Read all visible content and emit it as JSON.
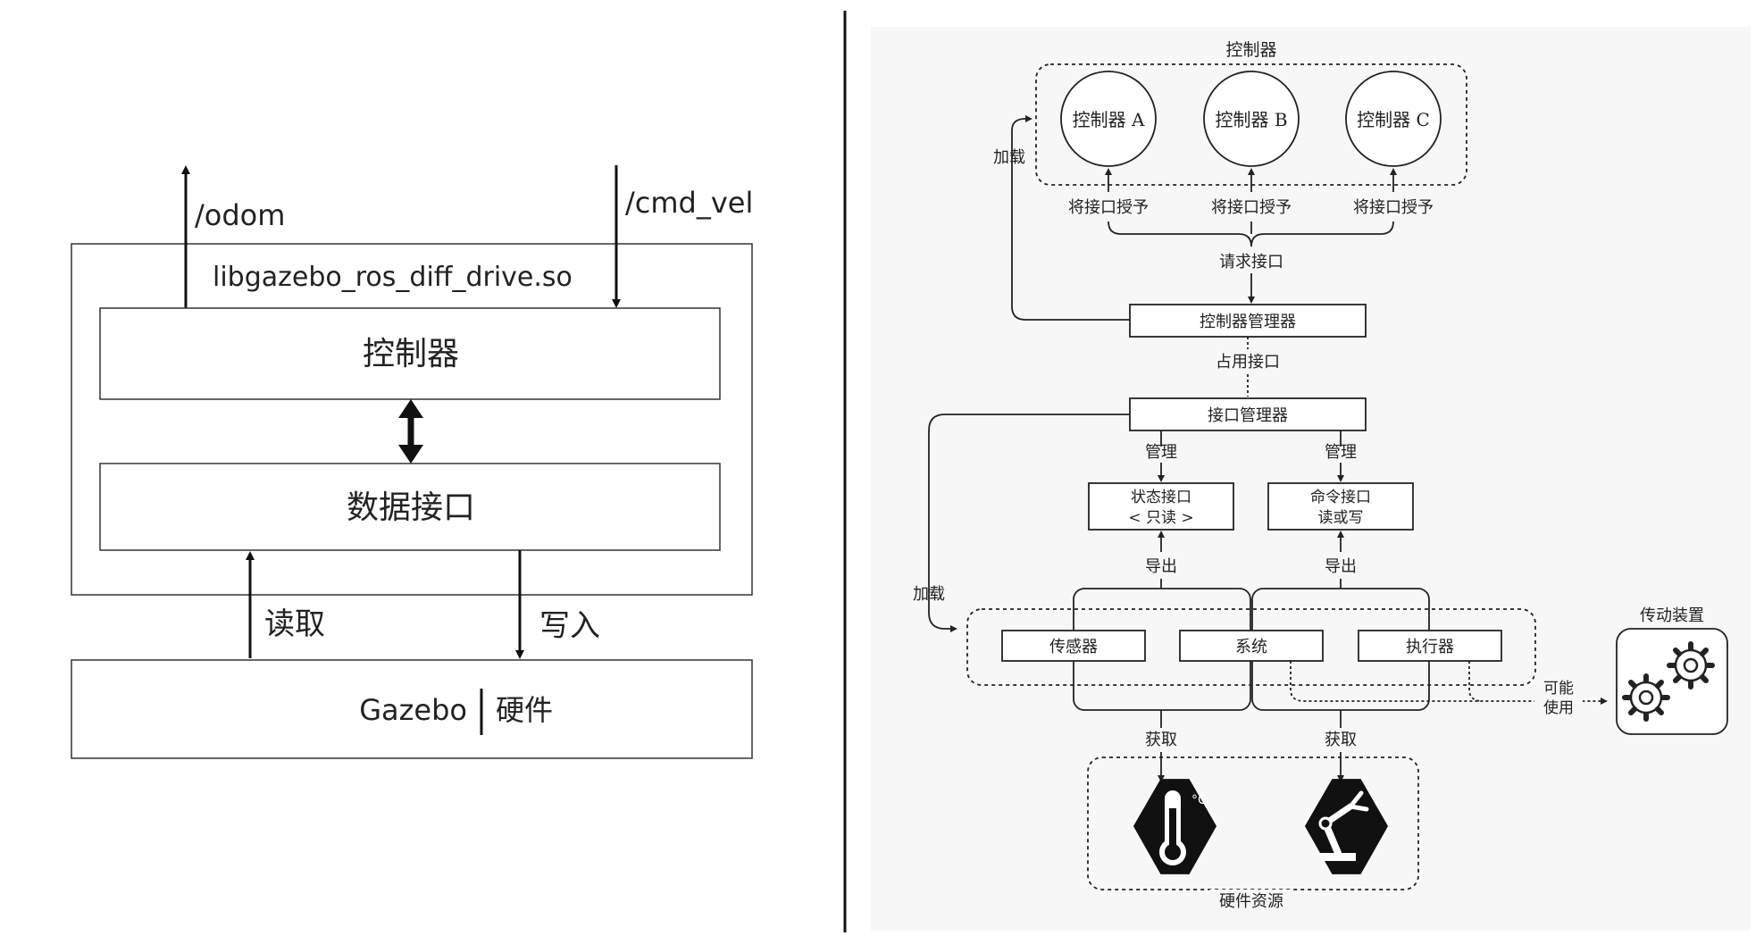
{
  "left": {
    "odom_topic": "/odom",
    "cmd_vel_topic": "/cmd_vel",
    "plugin_name": "libgazebo_ros_diff_drive.so",
    "controller_box": "控制器",
    "data_interface_box": "数据接口",
    "read_label": "读取",
    "write_label": "写入",
    "sim_label": "Gazebo",
    "hardware_label": "硬件"
  },
  "right": {
    "controllers_group_title": "控制器",
    "controllers": [
      "控制器 A",
      "控制器 B",
      "控制器 C"
    ],
    "grant_interface_labels": [
      "将接口授予",
      "将接口授予",
      "将接口授予"
    ],
    "request_interface": "请求接口",
    "load_label_top": "加载",
    "controller_manager": "控制器管理器",
    "claim_interface": "占用接口",
    "interface_manager": "接口管理器",
    "manage_labels": [
      "管理",
      "管理"
    ],
    "state_interface": [
      "状态接口",
      "< 只读 >"
    ],
    "command_interface": [
      "命令接口",
      "读或写"
    ],
    "export_labels": [
      "导出",
      "导出"
    ],
    "load_label_bottom": "加载",
    "components": [
      "传感器",
      "系统",
      "执行器"
    ],
    "maybe_use": [
      "可能",
      "使用"
    ],
    "transmission_title": "传动装置",
    "acquire_labels": [
      "获取",
      "获取"
    ],
    "hardware_resources": "硬件资源"
  }
}
